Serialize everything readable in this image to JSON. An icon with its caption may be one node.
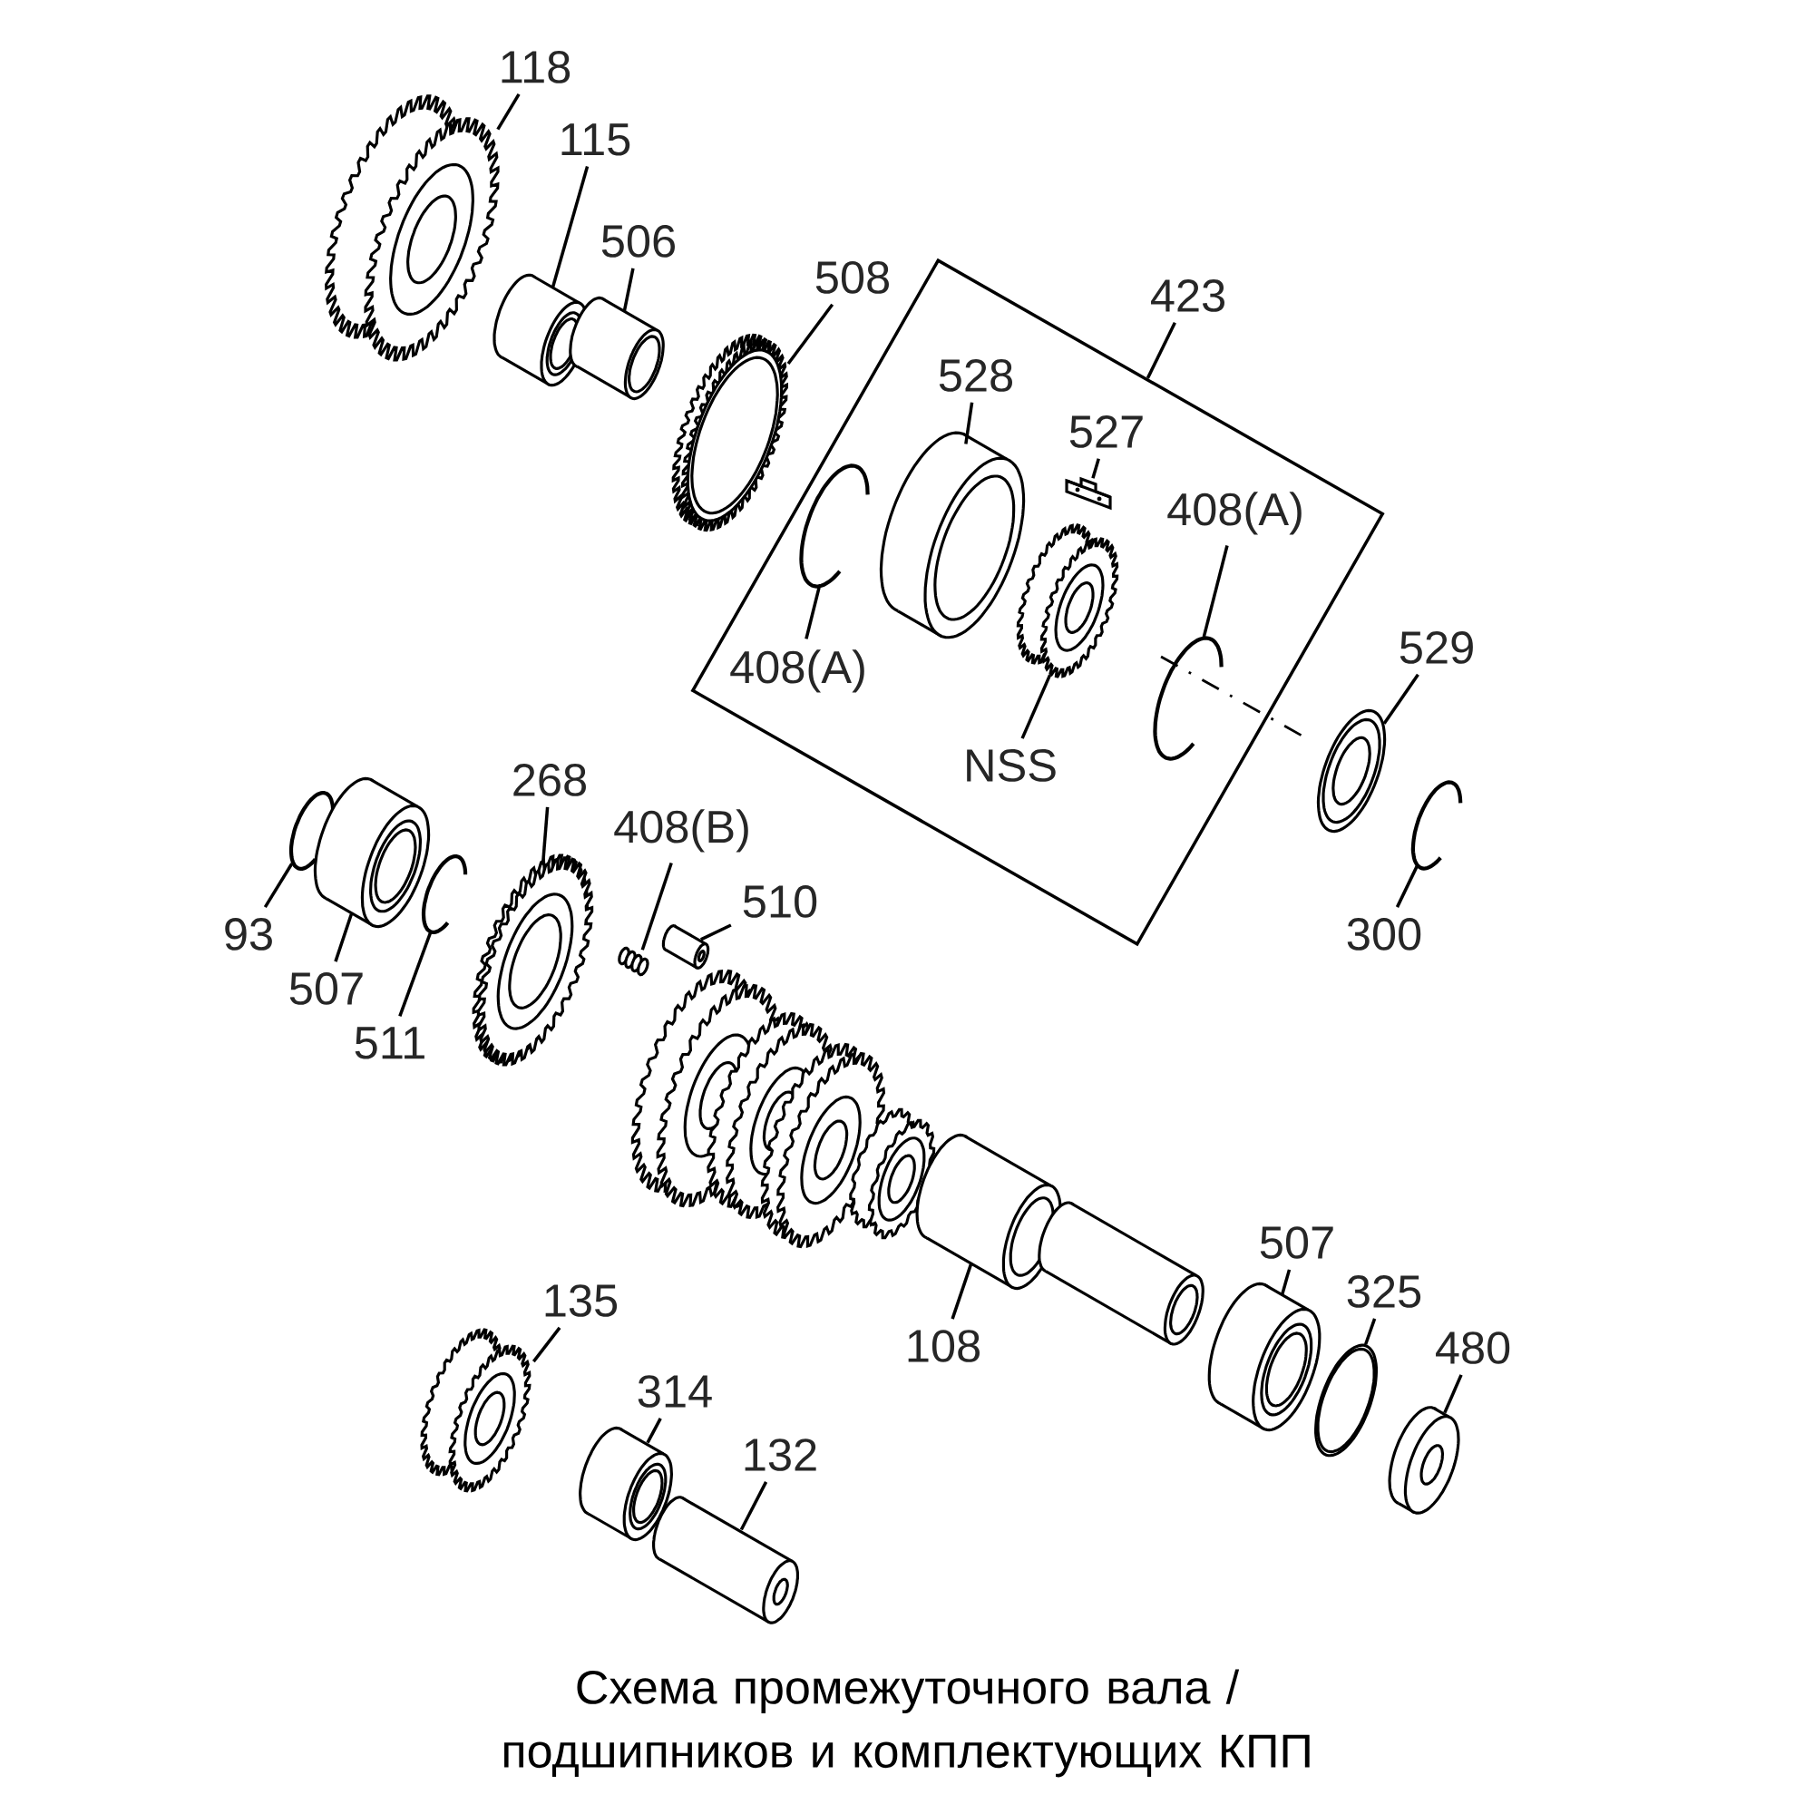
{
  "diagram": {
    "caption": "Схема промежуточного вала / подшипников и комплектующих КПП",
    "nodes": [
      {
        "text": [
          "118"
        ]
      },
      {
        "text": [],
        "shape": "picture"
      },
      {
        "text": [
          "115"
        ]
      },
      {
        "text": [],
        "shape": "picture"
      },
      {
        "text": [
          "506"
        ]
      },
      {
        "text": [],
        "shape": "picture"
      },
      {
        "text": [
          "508"
        ]
      },
      {
        "text": [],
        "shape": "picture"
      },
      {
        "text": [
          "423"
        ]
      },
      {
        "text": [],
        "shape": "box"
      },
      {
        "text": [
          "528"
        ],
        "in": 9
      },
      {
        "text": [],
        "shape": "picture",
        "in": 9
      },
      {
        "text": [
          "527"
        ],
        "in": 9
      },
      {
        "text": [],
        "shape": "picture",
        "in": 9
      },
      {
        "text": [
          "408(A)"
        ],
        "in": 9
      },
      {
        "text": [],
        "shape": "picture",
        "in": 9
      },
      {
        "text": [
          "408(A)"
        ],
        "in": 9
      },
      {
        "text": [],
        "shape": "picture",
        "in": 9
      },
      {
        "text": [
          "NSS"
        ],
        "in": 9
      },
      {
        "text": [],
        "shape": "picture",
        "in": 9
      },
      {
        "text": [
          "529"
        ]
      },
      {
        "text": [],
        "shape": "picture"
      },
      {
        "text": [
          "300"
        ]
      },
      {
        "text": [],
        "shape": "picture"
      },
      {
        "text": [
          "93"
        ]
      },
      {
        "text": [],
        "shape": "picture"
      },
      {
        "text": [
          "507"
        ]
      },
      {
        "text": [],
        "shape": "picture"
      },
      {
        "text": [
          "511"
        ]
      },
      {
        "text": [],
        "shape": "picture"
      },
      {
        "text": [
          "268"
        ]
      },
      {
        "text": [],
        "shape": "picture"
      },
      {
        "text": [
          "408(B)"
        ]
      },
      {
        "text": [],
        "shape": "picture"
      },
      {
        "text": [
          "510"
        ]
      },
      {
        "text": [],
        "shape": "picture"
      },
      {
        "text": [
          "108"
        ]
      },
      {
        "text": [],
        "shape": "picture"
      },
      {
        "text": [
          "507"
        ]
      },
      {
        "text": [],
        "shape": "picture"
      },
      {
        "text": [
          "325"
        ]
      },
      {
        "text": [],
        "shape": "picture"
      },
      {
        "text": [
          "480"
        ]
      },
      {
        "text": [],
        "shape": "picture"
      },
      {
        "text": [
          "135"
        ]
      },
      {
        "text": [],
        "shape": "picture"
      },
      {
        "text": [
          "314"
        ]
      },
      {
        "text": [],
        "shape": "picture"
      },
      {
        "text": [
          "132"
        ]
      },
      {
        "text": [],
        "shape": "picture"
      }
    ],
    "edges": [
      {
        "from": 0,
        "to": 1,
        "arrow": "none"
      },
      {
        "from": 2,
        "to": 3,
        "arrow": "none"
      },
      {
        "from": 4,
        "to": 5,
        "arrow": "none"
      },
      {
        "from": 6,
        "to": 7,
        "arrow": "none"
      },
      {
        "from": 8,
        "to": 9,
        "arrow": "none"
      },
      {
        "from": 10,
        "to": 11,
        "arrow": "none"
      },
      {
        "from": 12,
        "to": 13,
        "arrow": "none"
      },
      {
        "from": 14,
        "to": 15,
        "arrow": "none"
      },
      {
        "from": 16,
        "to": 17,
        "arrow": "none"
      },
      {
        "from": 18,
        "to": 19,
        "arrow": "none"
      },
      {
        "from": 20,
        "to": 21,
        "arrow": "none"
      },
      {
        "from": 22,
        "to": 23,
        "arrow": "none"
      },
      {
        "from": 24,
        "to": 25,
        "arrow": "none"
      },
      {
        "from": 26,
        "to": 27,
        "arrow": "none"
      },
      {
        "from": 28,
        "to": 29,
        "arrow": "none"
      },
      {
        "from": 30,
        "to": 31,
        "arrow": "none"
      },
      {
        "from": 32,
        "to": 33,
        "arrow": "none"
      },
      {
        "from": 34,
        "to": 35,
        "arrow": "none"
      },
      {
        "from": 36,
        "to": 37,
        "arrow": "none"
      },
      {
        "from": 38,
        "to": 39,
        "arrow": "none"
      },
      {
        "from": 40,
        "to": 41,
        "arrow": "none"
      },
      {
        "from": 42,
        "to": 43,
        "arrow": "none"
      },
      {
        "from": 44,
        "to": 45,
        "arrow": "none"
      },
      {
        "from": 46,
        "to": 47,
        "arrow": "none"
      },
      {
        "from": 48,
        "to": 49,
        "arrow": "none"
      }
    ]
  }
}
